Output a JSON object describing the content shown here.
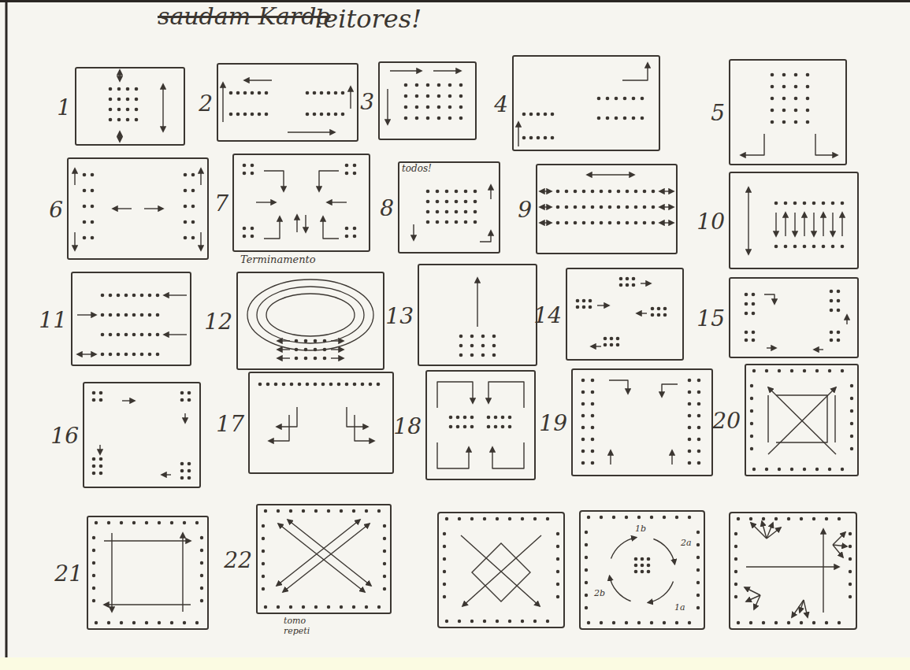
{
  "diagram": {
    "nodes": [
      {
        "text": [
          "1"
        ]
      },
      {
        "text": [
          "2"
        ]
      },
      {
        "text": [
          "3"
        ]
      },
      {
        "text": [
          "4"
        ]
      },
      {
        "text": [
          "5"
        ]
      },
      {
        "text": [
          "6"
        ]
      },
      {
        "text": [
          "7"
        ]
      },
      {
        "text": [
          "8"
        ]
      },
      {
        "text": [
          "9"
        ]
      },
      {
        "text": [
          "10"
        ]
      },
      {
        "text": [
          "11"
        ]
      },
      {
        "text": [
          "12"
        ]
      },
      {
        "text": [
          "13"
        ]
      },
      {
        "text": [
          "14"
        ]
      },
      {
        "text": [
          "15"
        ]
      },
      {
        "text": [
          "16"
        ]
      },
      {
        "text": [
          "17"
        ]
      },
      {
        "text": [
          "18"
        ]
      },
      {
        "text": [
          "19"
        ]
      },
      {
        "text": [
          "20"
        ]
      },
      {
        "text": [
          "21"
        ]
      },
      {
        "text": [
          "22"
        ]
      }
    ],
    "labels": [
      "saudam Kardo",
      "leitores!",
      "todos!",
      "Terminamento",
      "tomo repeti",
      "1b",
      "2a",
      "2b",
      "1a"
    ]
  }
}
